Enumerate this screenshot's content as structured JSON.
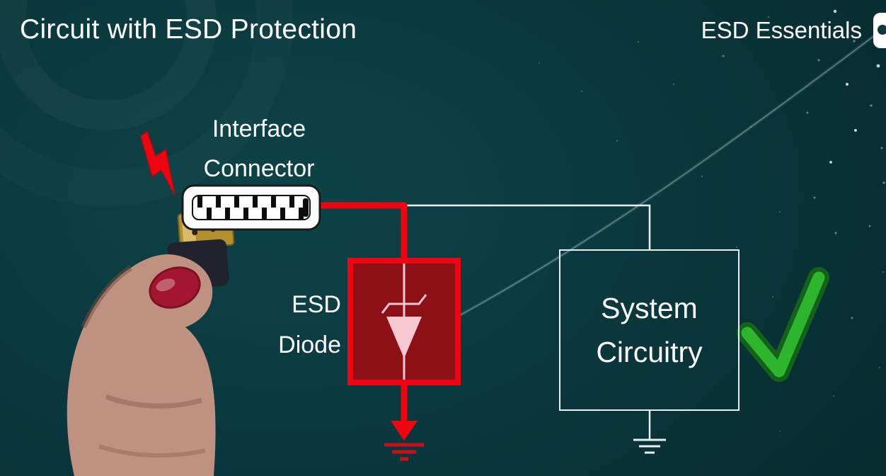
{
  "slide": {
    "title": "Circuit with ESD Protection",
    "brand": "ESD Essentials"
  },
  "labels": {
    "interface_connector": {
      "line1": "Interface",
      "line2": "Connector"
    },
    "esd_diode": {
      "line1": "ESD",
      "line2": "Diode"
    },
    "system_circuitry": {
      "line1": "System",
      "line2": "Circuitry"
    }
  },
  "icons": {
    "lightning": "red lightning bolt (ESD strike)",
    "zener_diode": "zener/TVS diode symbol",
    "ground": "earth ground symbol",
    "check": "green check mark (protected)",
    "hdmi_connector": "HDMI interface connector drawing",
    "hand_photo": "hand holding HDMI cable plug"
  },
  "colors": {
    "background_teal": "#0a383d",
    "wire_red": "#ee0511",
    "ground_red": "#c8101a",
    "diode_box_fill": "#8c1016",
    "diode_symbol_pink": "#f6c9d2",
    "wire_white": "#e9eef0",
    "check_green": "#2db52d",
    "check_green_dark": "#14621a",
    "text_white": "#ffffff"
  }
}
